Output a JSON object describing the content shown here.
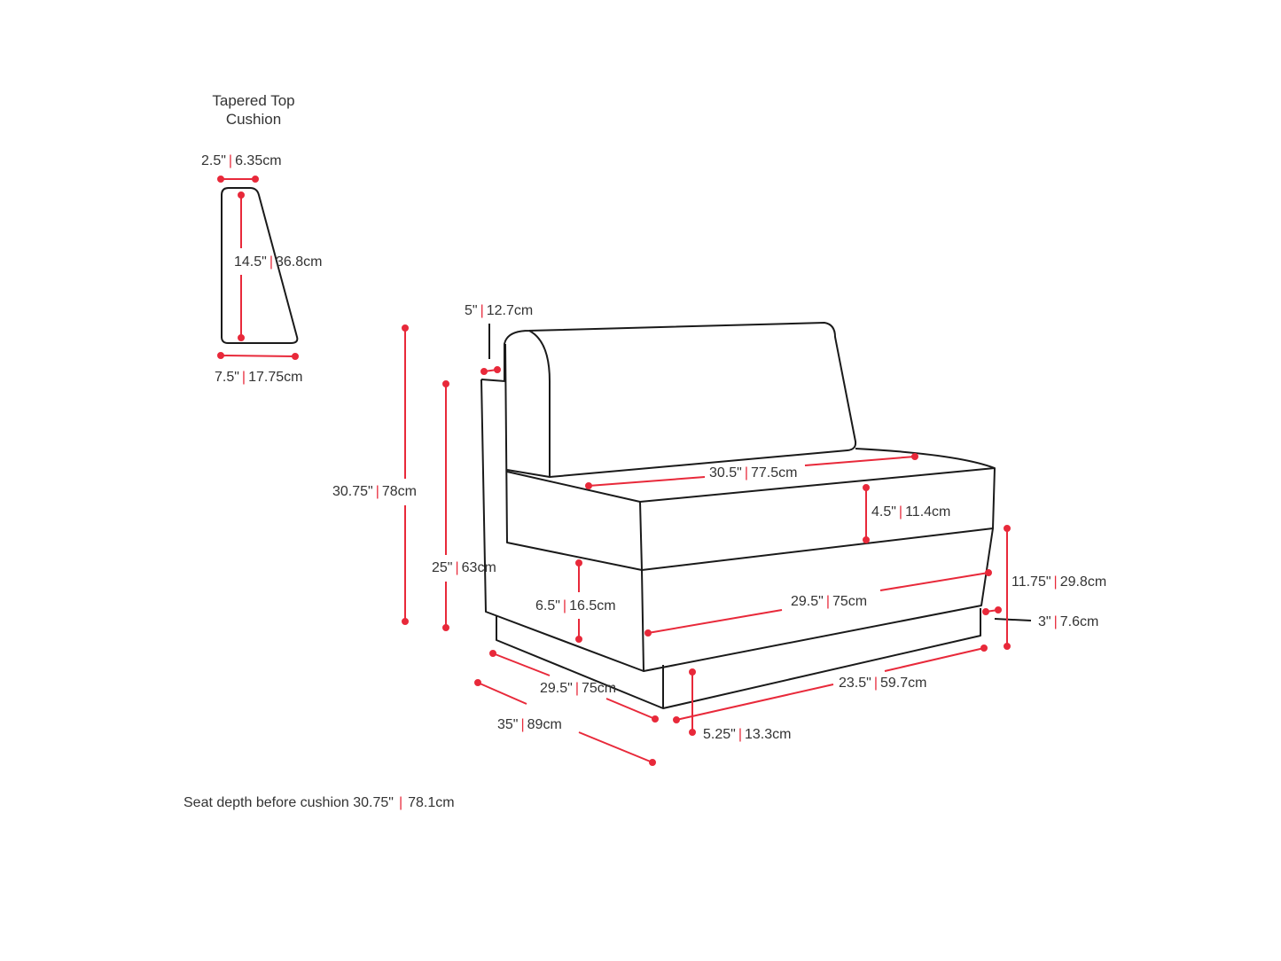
{
  "cushion_title": [
    "Tapered Top",
    "Cushion"
  ],
  "separator": "|",
  "colors": {
    "outline": "#1a1a1a",
    "dimension": "#e8293a",
    "text": "#333333"
  },
  "dimensions": {
    "cushion_top": {
      "imperial": "2.5\"",
      "metric": "6.35cm"
    },
    "cushion_height": {
      "imperial": "14.5\"",
      "metric": "36.8cm"
    },
    "cushion_bottom": {
      "imperial": "7.5\"",
      "metric": "17.75cm"
    },
    "back_thickness": {
      "imperial": "5\"",
      "metric": "12.7cm"
    },
    "total_height": {
      "imperial": "30.75\"",
      "metric": "78cm"
    },
    "arm_height": {
      "imperial": "25\"",
      "metric": "63cm"
    },
    "seat_width": {
      "imperial": "30.5\"",
      "metric": "77.5cm"
    },
    "cushion_thickness": {
      "imperial": "4.5\"",
      "metric": "11.4cm"
    },
    "base_height_right": {
      "imperial": "11.75\"",
      "metric": "29.8cm"
    },
    "base_height_left": {
      "imperial": "6.5\"",
      "metric": "16.5cm"
    },
    "front_width": {
      "imperial": "29.5\"",
      "metric": "75cm"
    },
    "plinth_inset": {
      "imperial": "3\"",
      "metric": "7.6cm"
    },
    "side_depth": {
      "imperial": "29.5\"",
      "metric": "75cm"
    },
    "plinth_width": {
      "imperial": "23.5\"",
      "metric": "59.7cm"
    },
    "total_depth": {
      "imperial": "35\"",
      "metric": "89cm"
    },
    "plinth_height": {
      "imperial": "5.25\"",
      "metric": "13.3cm"
    }
  },
  "note": {
    "text": "Seat depth before cushion 30.75\"",
    "metric": "78.1cm"
  }
}
